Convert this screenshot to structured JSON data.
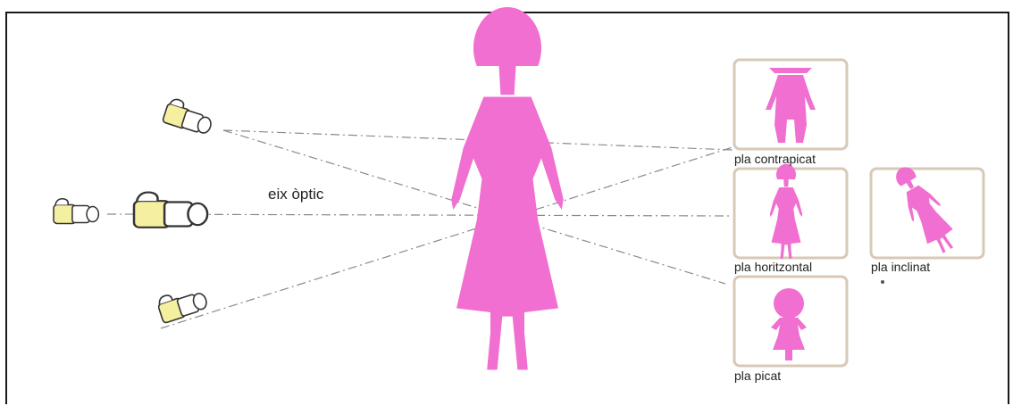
{
  "diagram": {
    "axis_label": "eix òptic",
    "shots": {
      "contrapicat": "pla contrapicat",
      "horitzontal": "pla horitzontal",
      "picat": "pla picat",
      "inclinat": "pla inclinat"
    }
  },
  "colors": {
    "figure_pink": "#f06fd0",
    "camera_yellow": "#f5f0a0",
    "card_border": "#d8c8b8",
    "axis_line": "#8a8a8a"
  },
  "icons": [
    "camera-icon",
    "woman-figure-icon"
  ]
}
